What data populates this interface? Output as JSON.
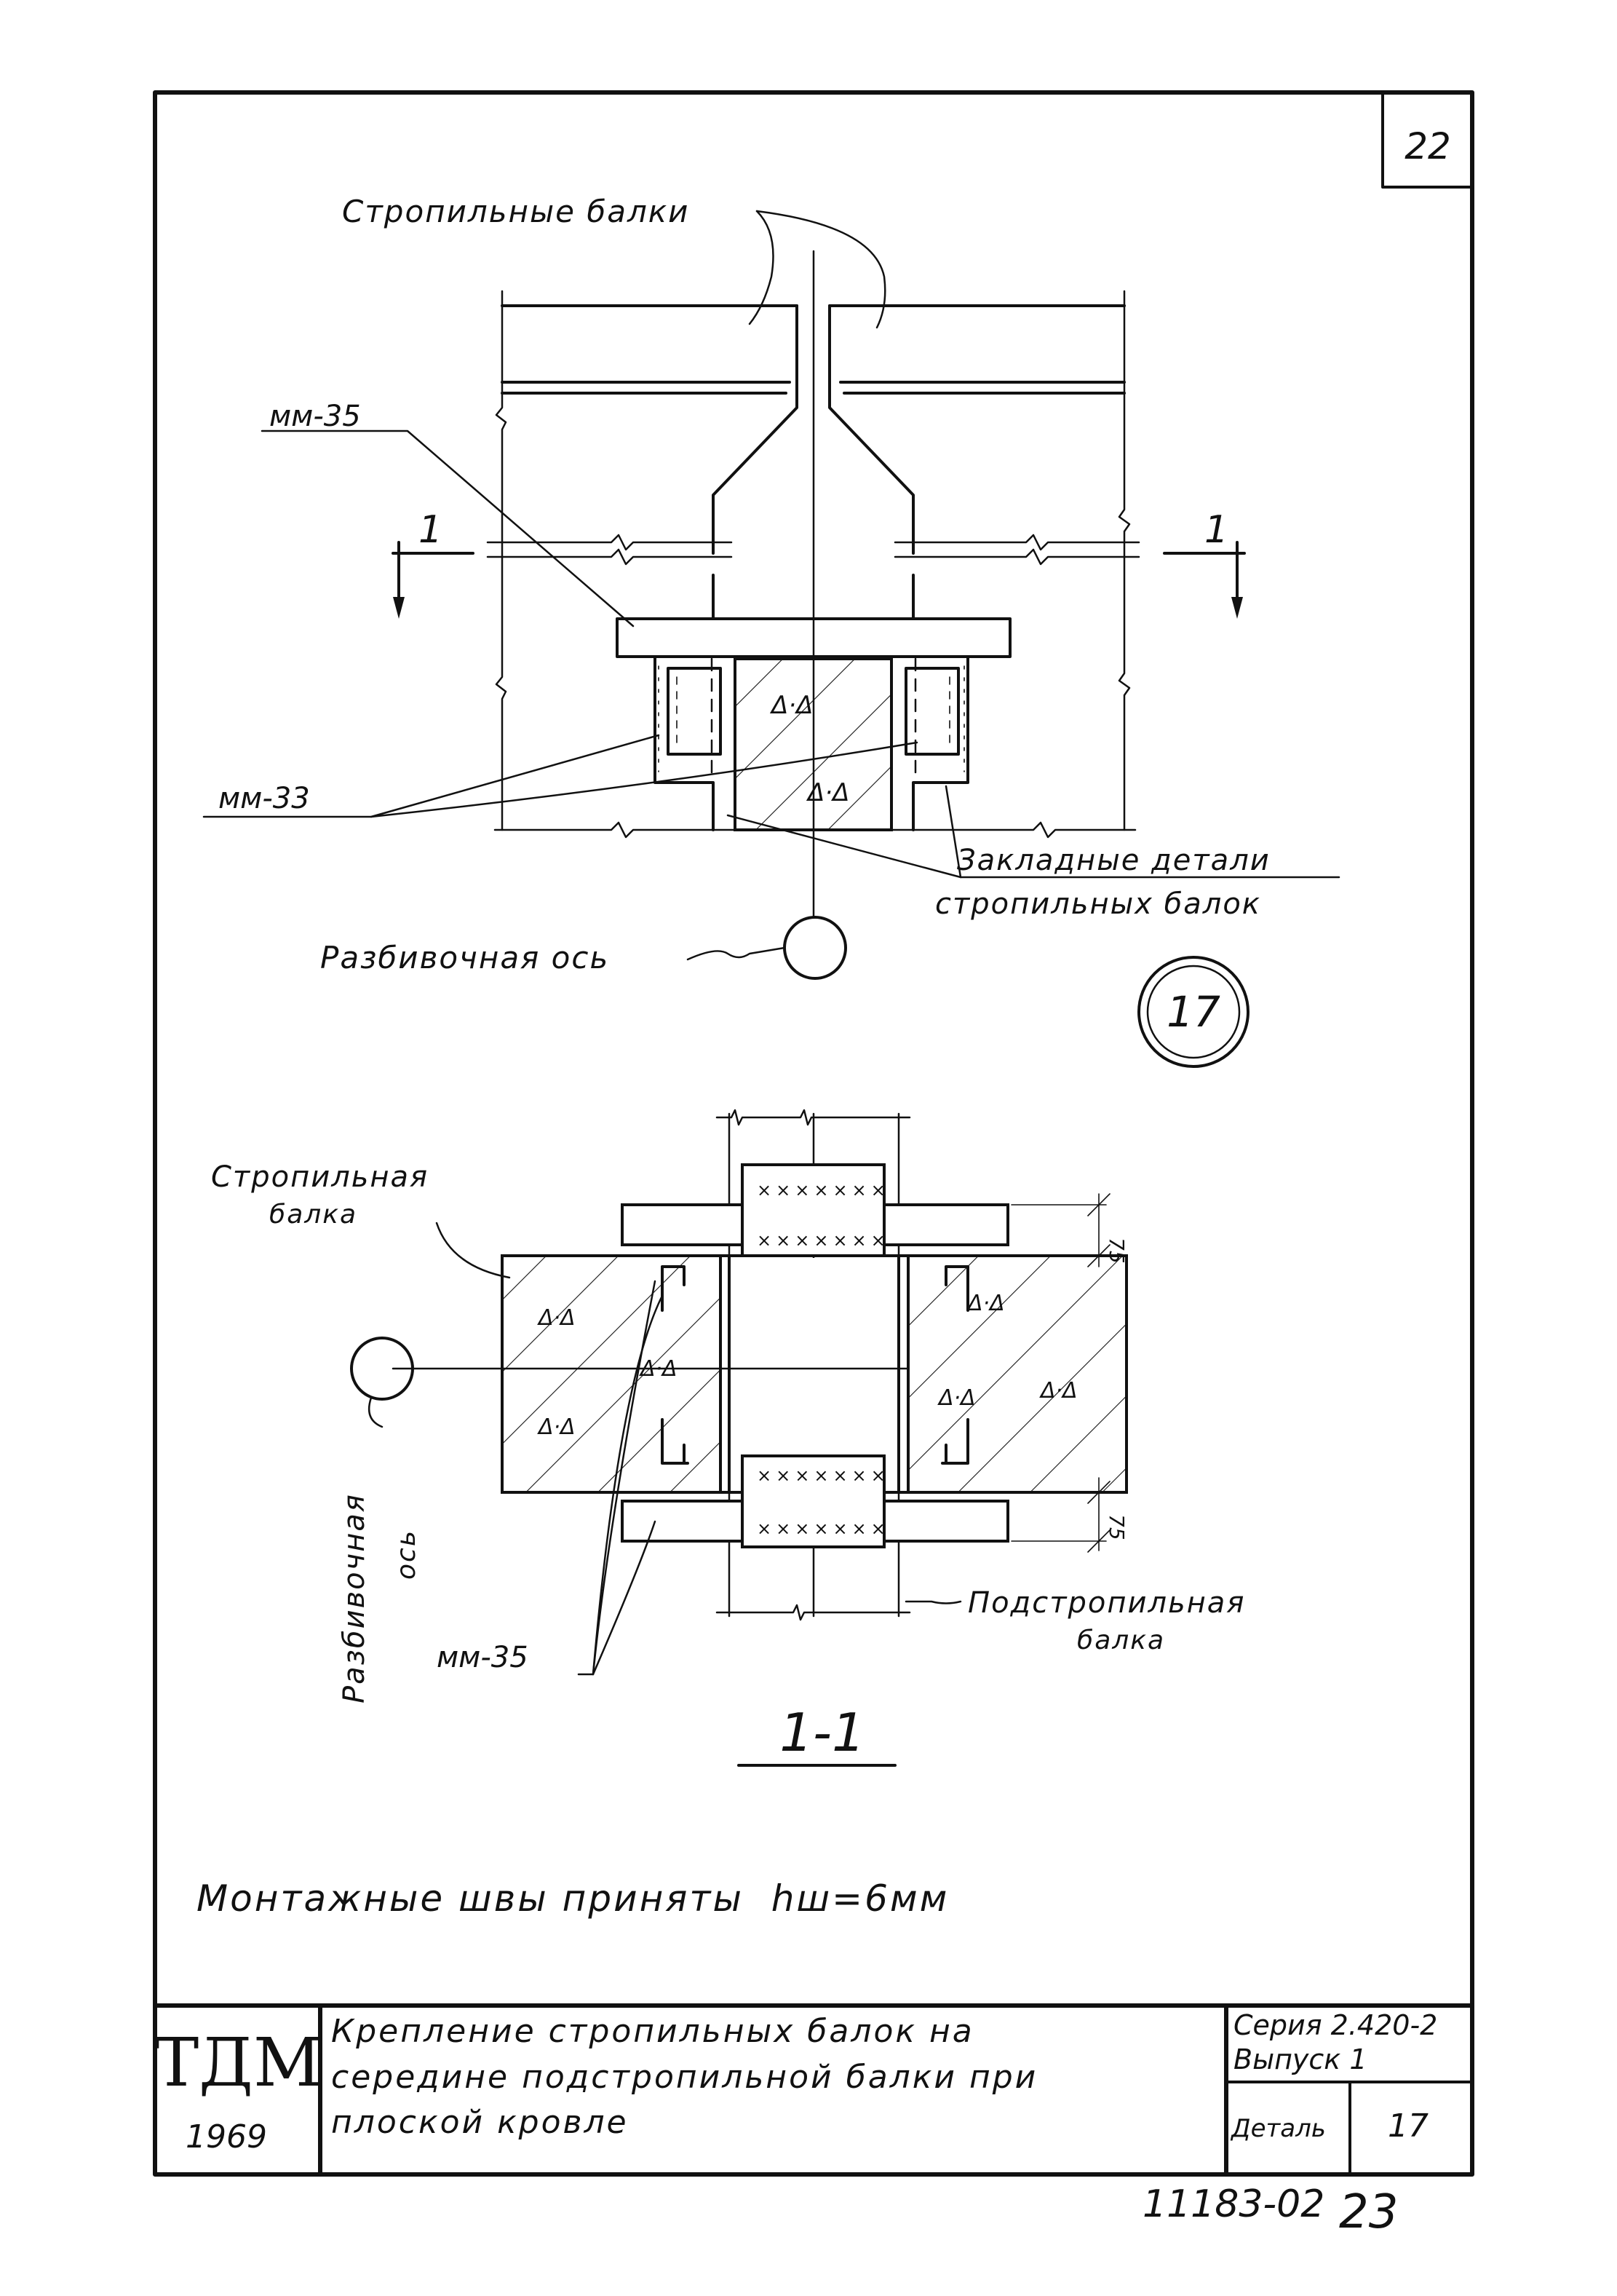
{
  "sheet_number": "22",
  "top_view": {
    "label_rafters": "Стропильные балки",
    "label_mm35": "мм-35",
    "label_mm33": "мм-33",
    "label_embedded_1": "Закладные детали",
    "label_embedded_2": "стропильных балок",
    "label_axis": "Разбивочная ось",
    "section_mark": "1",
    "detail_number": "17"
  },
  "section_view": {
    "label_rafter_1": "Стропильная",
    "label_rafter_2": "балка",
    "label_axis_1": "Разбивочная",
    "label_axis_2": "ось",
    "label_mm35": "мм-35",
    "label_truss_1": "Подстропильная",
    "label_truss_2": "балка",
    "dim_top": "75",
    "dim_bottom": "75",
    "title": "1-1"
  },
  "note": "Монтажные швы приняты  hш=6мм",
  "title_block": {
    "org": "ТДМ",
    "year": "1969",
    "title_line1": "Крепление стропильных балок на",
    "title_line2": "середине подстропильной балки при",
    "title_line3": "плоской кровле",
    "series_line1": "Серия 2.420-2",
    "series_line2": "Выпуск 1",
    "detail_label": "Деталь",
    "detail_value": "17"
  },
  "footer": {
    "doc_number": "11183-02",
    "page": "23"
  }
}
